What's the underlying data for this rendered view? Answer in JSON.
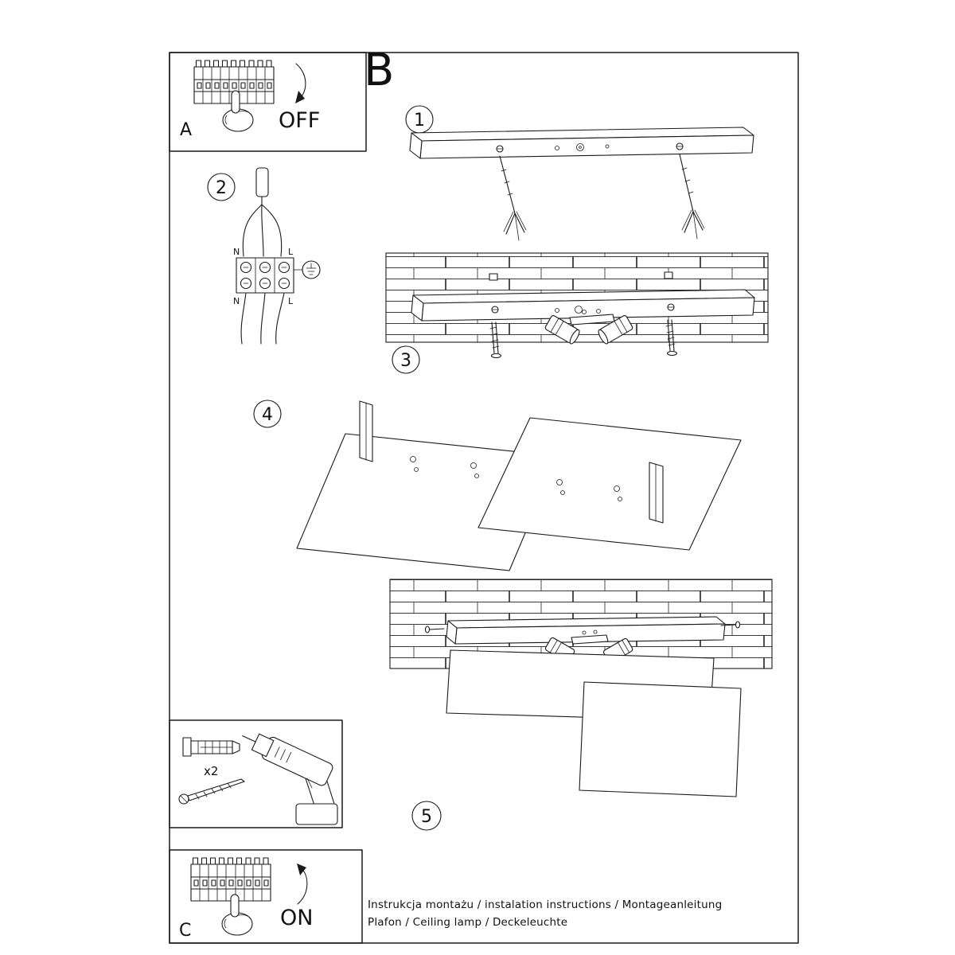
{
  "sheet": {
    "section_label": "B",
    "power_off_box": {
      "label": "A",
      "switch_state": "OFF"
    },
    "power_on_box": {
      "label": "C",
      "switch_state": "ON"
    },
    "step_numbers": [
      "1",
      "2",
      "3",
      "4",
      "5"
    ],
    "wiring": {
      "neutral_label_top": "N",
      "line_label_top": "L",
      "neutral_label_bottom": "N",
      "line_label_bottom": "L"
    },
    "hardware": {
      "anchor_quantity": "x2"
    },
    "footer": {
      "line1": "Instrukcja montażu / instalation instructions / Montageanleitung",
      "line2": "Plafon / Ceiling lamp / Deckeleuchte"
    },
    "colors": {
      "ink": "#1a1a1a",
      "paper": "#ffffff"
    }
  }
}
